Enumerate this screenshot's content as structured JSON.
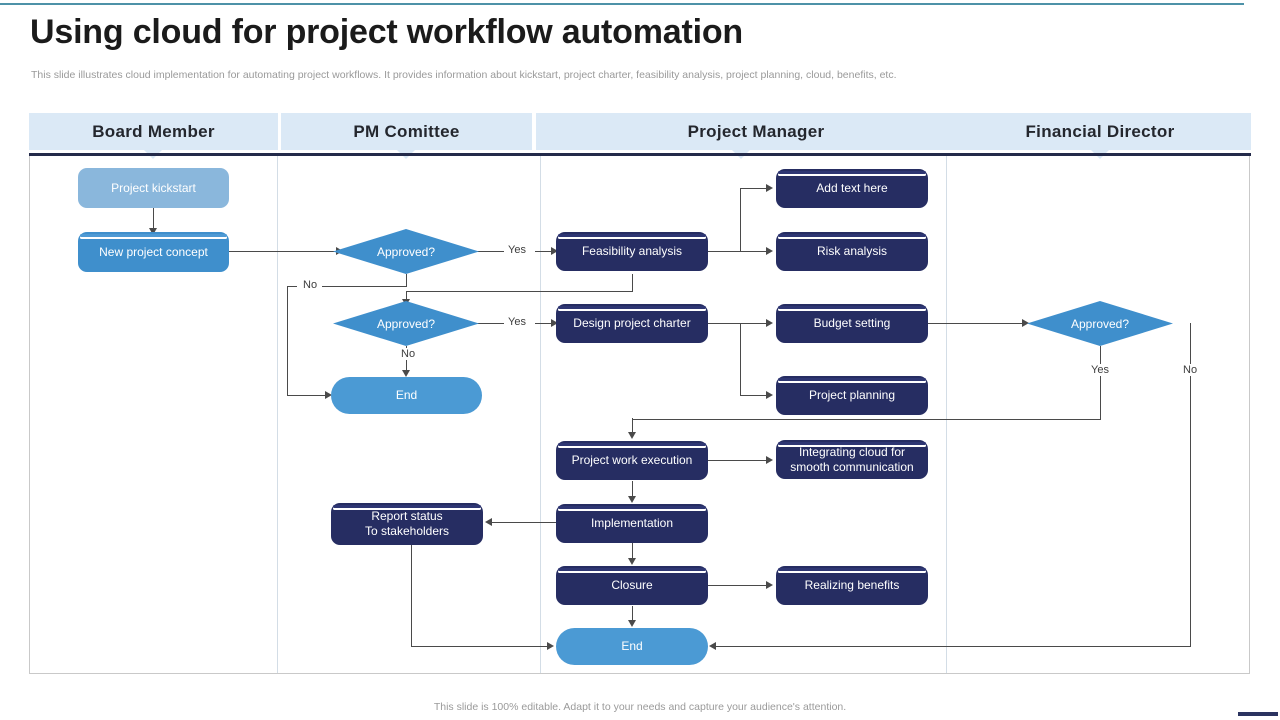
{
  "slide": {
    "title": "Using cloud for project workflow automation",
    "subtitle": "This slide illustrates cloud implementation for automating project workflows. It provides information about kickstart, project charter, feasibility analysis, project planning, cloud, benefits, etc.",
    "footer": "This slide is 100% editable. Adapt it to your needs and capture your audience's attention."
  },
  "colors": {
    "lane_header_bg": "#DBE9F6",
    "accent_rule": "#4D92A8",
    "node_light_blue": "#8AB7DC",
    "node_blue": "#3F8FCC",
    "node_navy": "#262D62",
    "terminal_blue": "#4B9AD4",
    "connector": "#4A4A4A",
    "frame": "#232A4A"
  },
  "lanes": [
    {
      "label": "Board Member"
    },
    {
      "label": "PM Comittee"
    },
    {
      "label": "Project Manager"
    },
    {
      "label": "Financial Director"
    }
  ],
  "nodes": {
    "project_kickstart": "Project kickstart",
    "new_project_concept": "New project concept",
    "approved_1": "Approved?",
    "approved_2": "Approved?",
    "end_pm": "End",
    "feasibility_analysis": "Feasibility analysis",
    "design_project_charter": "Design project charter",
    "add_text_here": "Add text here",
    "risk_analysis": "Risk analysis",
    "budget_setting": "Budget setting",
    "project_planning": "Project planning",
    "project_work_execution": "Project work execution",
    "integrating_cloud": "Integrating cloud for smooth communication",
    "integrating_cloud_line1": "Integrating cloud for",
    "integrating_cloud_line2": "smooth communication",
    "implementation": "Implementation",
    "report_status": "Report status To stakeholders",
    "report_status_line1": "Report status",
    "report_status_line2": "To stakeholders",
    "closure": "Closure",
    "realizing_benefits": "Realizing benefits",
    "end_project": "End",
    "approved_financial": "Approved?"
  },
  "edge_labels": {
    "yes_1": "Yes",
    "no_1": "No",
    "yes_2": "Yes",
    "no_2": "No",
    "yes_fin": "Yes",
    "no_fin": "No"
  }
}
